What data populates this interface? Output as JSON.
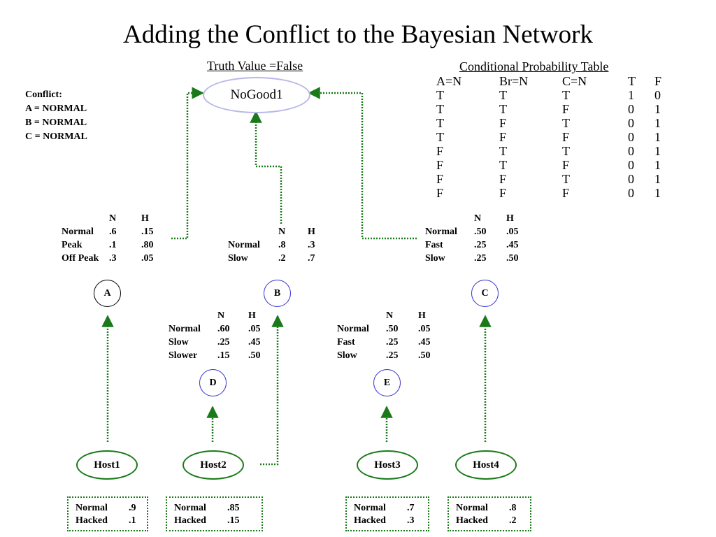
{
  "title": "Adding the Conflict to the Bayesian Network",
  "truth_label": "Truth Value =False",
  "nogood": "NoGood1",
  "conflict": {
    "heading": "Conflict:",
    "lines": [
      "A = NORMAL",
      "B = NORMAL",
      "C = NORMAL"
    ]
  },
  "cpt": {
    "title": "Conditional Probability Table",
    "headers": [
      "A=N",
      "Br=N",
      "C=N",
      "T",
      "F"
    ],
    "rows": [
      [
        "T",
        "T",
        "T",
        "1",
        "0"
      ],
      [
        "T",
        "T",
        "F",
        "0",
        "1"
      ],
      [
        "T",
        "F",
        "T",
        "0",
        "1"
      ],
      [
        "T",
        "F",
        "F",
        "0",
        "1"
      ],
      [
        "F",
        "T",
        "T",
        "0",
        "1"
      ],
      [
        "F",
        "T",
        "F",
        "0",
        "1"
      ],
      [
        "F",
        "F",
        "T",
        "0",
        "1"
      ],
      [
        "F",
        "F",
        "F",
        "0",
        "1"
      ]
    ]
  },
  "tables": {
    "A": {
      "cols": [
        "N",
        "H"
      ],
      "rows": [
        [
          "Normal",
          ".6",
          ".15"
        ],
        [
          "Peak",
          ".1",
          ".80"
        ],
        [
          "Off Peak",
          ".3",
          ".05"
        ]
      ]
    },
    "B": {
      "cols": [
        "N",
        "H"
      ],
      "rows": [
        [
          "Normal",
          ".8",
          ".3"
        ],
        [
          "Slow",
          ".2",
          ".7"
        ]
      ]
    },
    "C": {
      "cols": [
        "N",
        "H"
      ],
      "rows": [
        [
          "Normal",
          ".50",
          ".05"
        ],
        [
          "Fast",
          ".25",
          ".45"
        ],
        [
          "Slow",
          ".25",
          ".50"
        ]
      ]
    },
    "D": {
      "cols": [
        "N",
        "H"
      ],
      "rows": [
        [
          "Normal",
          ".60",
          ".05"
        ],
        [
          "Slow",
          ".25",
          ".45"
        ],
        [
          "Slower",
          ".15",
          ".50"
        ]
      ]
    },
    "E": {
      "cols": [
        "N",
        "H"
      ],
      "rows": [
        [
          "Normal",
          ".50",
          ".05"
        ],
        [
          "Fast",
          ".25",
          ".45"
        ],
        [
          "Slow",
          ".25",
          ".50"
        ]
      ]
    }
  },
  "nodes": {
    "A": "A",
    "B": "B",
    "C": "C",
    "D": "D",
    "E": "E"
  },
  "hosts": {
    "host1": {
      "label": "Host1",
      "rows": [
        [
          "Normal",
          ".9"
        ],
        [
          "Hacked",
          ".1"
        ]
      ]
    },
    "host2": {
      "label": "Host2",
      "rows": [
        [
          "Normal",
          ".85"
        ],
        [
          "Hacked",
          ".15"
        ]
      ]
    },
    "host3": {
      "label": "Host3",
      "rows": [
        [
          "Normal",
          ".7"
        ],
        [
          "Hacked",
          ".3"
        ]
      ]
    },
    "host4": {
      "label": "Host4",
      "rows": [
        [
          "Normal",
          ".8"
        ],
        [
          "Hacked",
          ".2"
        ]
      ]
    }
  },
  "colors": {
    "link": "#1a7a1a",
    "host_border": "#1a7a1a",
    "blue_node": "#3333cc",
    "nogood_border": "#b8b8e8"
  }
}
